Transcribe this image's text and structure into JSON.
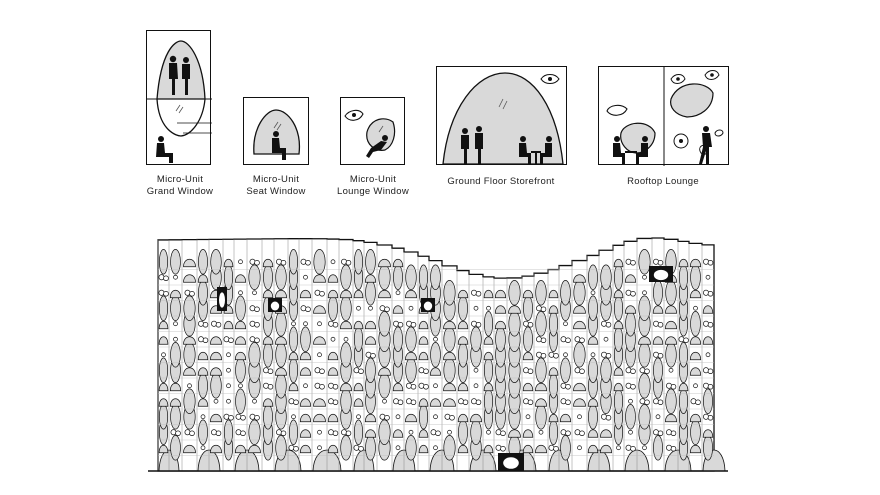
{
  "window_types": [
    {
      "line1": "Micro-Unit",
      "line2": "Grand Window"
    },
    {
      "line1": "Micro-Unit",
      "line2": "Seat Window"
    },
    {
      "line1": "Micro-Unit",
      "line2": "Lounge Window"
    },
    {
      "line1": "Ground Floor Storefront",
      "line2": ""
    },
    {
      "line1": "Rooftop Lounge",
      "line2": ""
    }
  ],
  "colors": {
    "stroke": "#111111",
    "fill": "#d9d9d9",
    "background": "#ffffff"
  }
}
